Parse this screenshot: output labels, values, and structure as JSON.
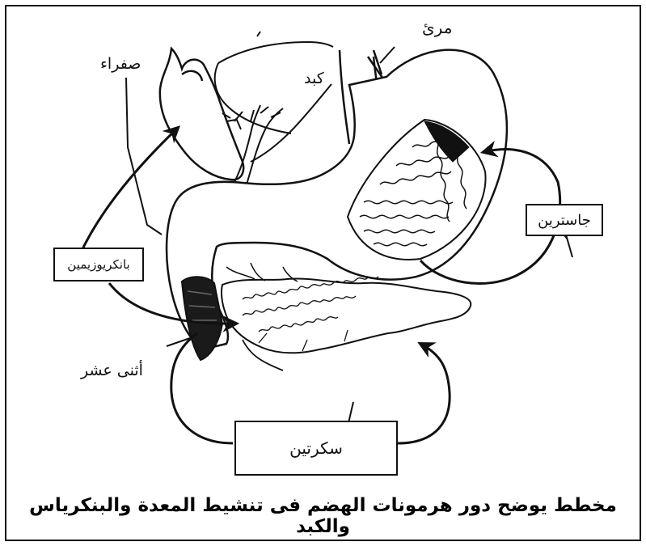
{
  "labels": {
    "esophagus": "مرئ",
    "liver": "كبد",
    "gallbladder": "صفراء",
    "gastrin": "جاسترين",
    "pancreozymin": "بانكريوزيمين",
    "duodenum": "أثنى عشر",
    "secretin": "سكرتين"
  },
  "caption": "مخطط يوضح دور هرمونات الهضم فى تنشيط المعدة والبنكرياس والكبد",
  "colors": {
    "ink": "#111111",
    "background": "#ffffff"
  }
}
